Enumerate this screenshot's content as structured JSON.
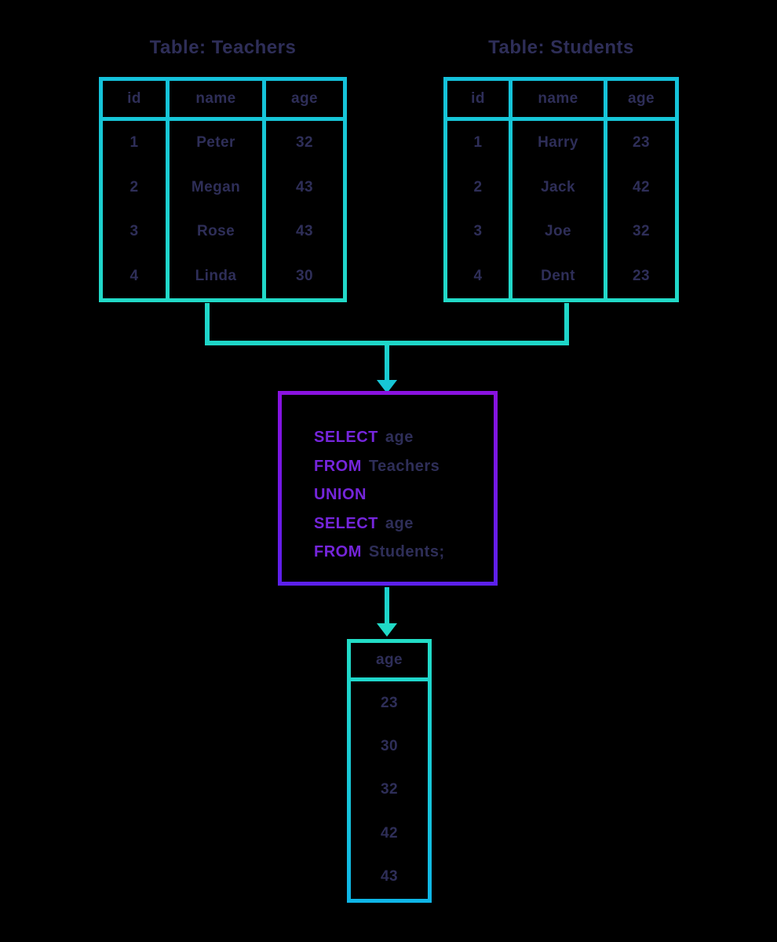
{
  "palette": {
    "background": "#000000",
    "teal_line": "#1ED2CB",
    "table_border_top": "#14C1DB",
    "table_border_bottom": "#22DAC8",
    "result_border_top": "#22DDC6",
    "result_border_bottom": "#0EB5E7",
    "purple_border_top": "#8A12E0",
    "purple_border_bottom": "#5C20EC",
    "purple_keyword": "#7525DB",
    "navy_text": "#2E2E58"
  },
  "teachers": {
    "title": "Table: Teachers",
    "columns": [
      "id",
      "name",
      "age"
    ],
    "rows": [
      [
        "1",
        "Peter",
        "32"
      ],
      [
        "2",
        "Megan",
        "43"
      ],
      [
        "3",
        "Rose",
        "43"
      ],
      [
        "4",
        "Linda",
        "30"
      ]
    ]
  },
  "students": {
    "title": "Table: Students",
    "columns": [
      "id",
      "name",
      "age"
    ],
    "rows": [
      [
        "1",
        "Harry",
        "23"
      ],
      [
        "2",
        "Jack",
        "42"
      ],
      [
        "3",
        "Joe",
        "32"
      ],
      [
        "4",
        "Dent",
        "23"
      ]
    ]
  },
  "query": {
    "lines": [
      {
        "keyword": "SELECT",
        "rest": "age"
      },
      {
        "keyword": "FROM",
        "rest": "Teachers"
      },
      {
        "keyword": "UNION",
        "rest": ""
      },
      {
        "keyword": "SELECT",
        "rest": "age"
      },
      {
        "keyword": "FROM",
        "rest": "Students;"
      }
    ]
  },
  "result": {
    "header": "age",
    "values": [
      "23",
      "30",
      "32",
      "42",
      "43"
    ]
  }
}
